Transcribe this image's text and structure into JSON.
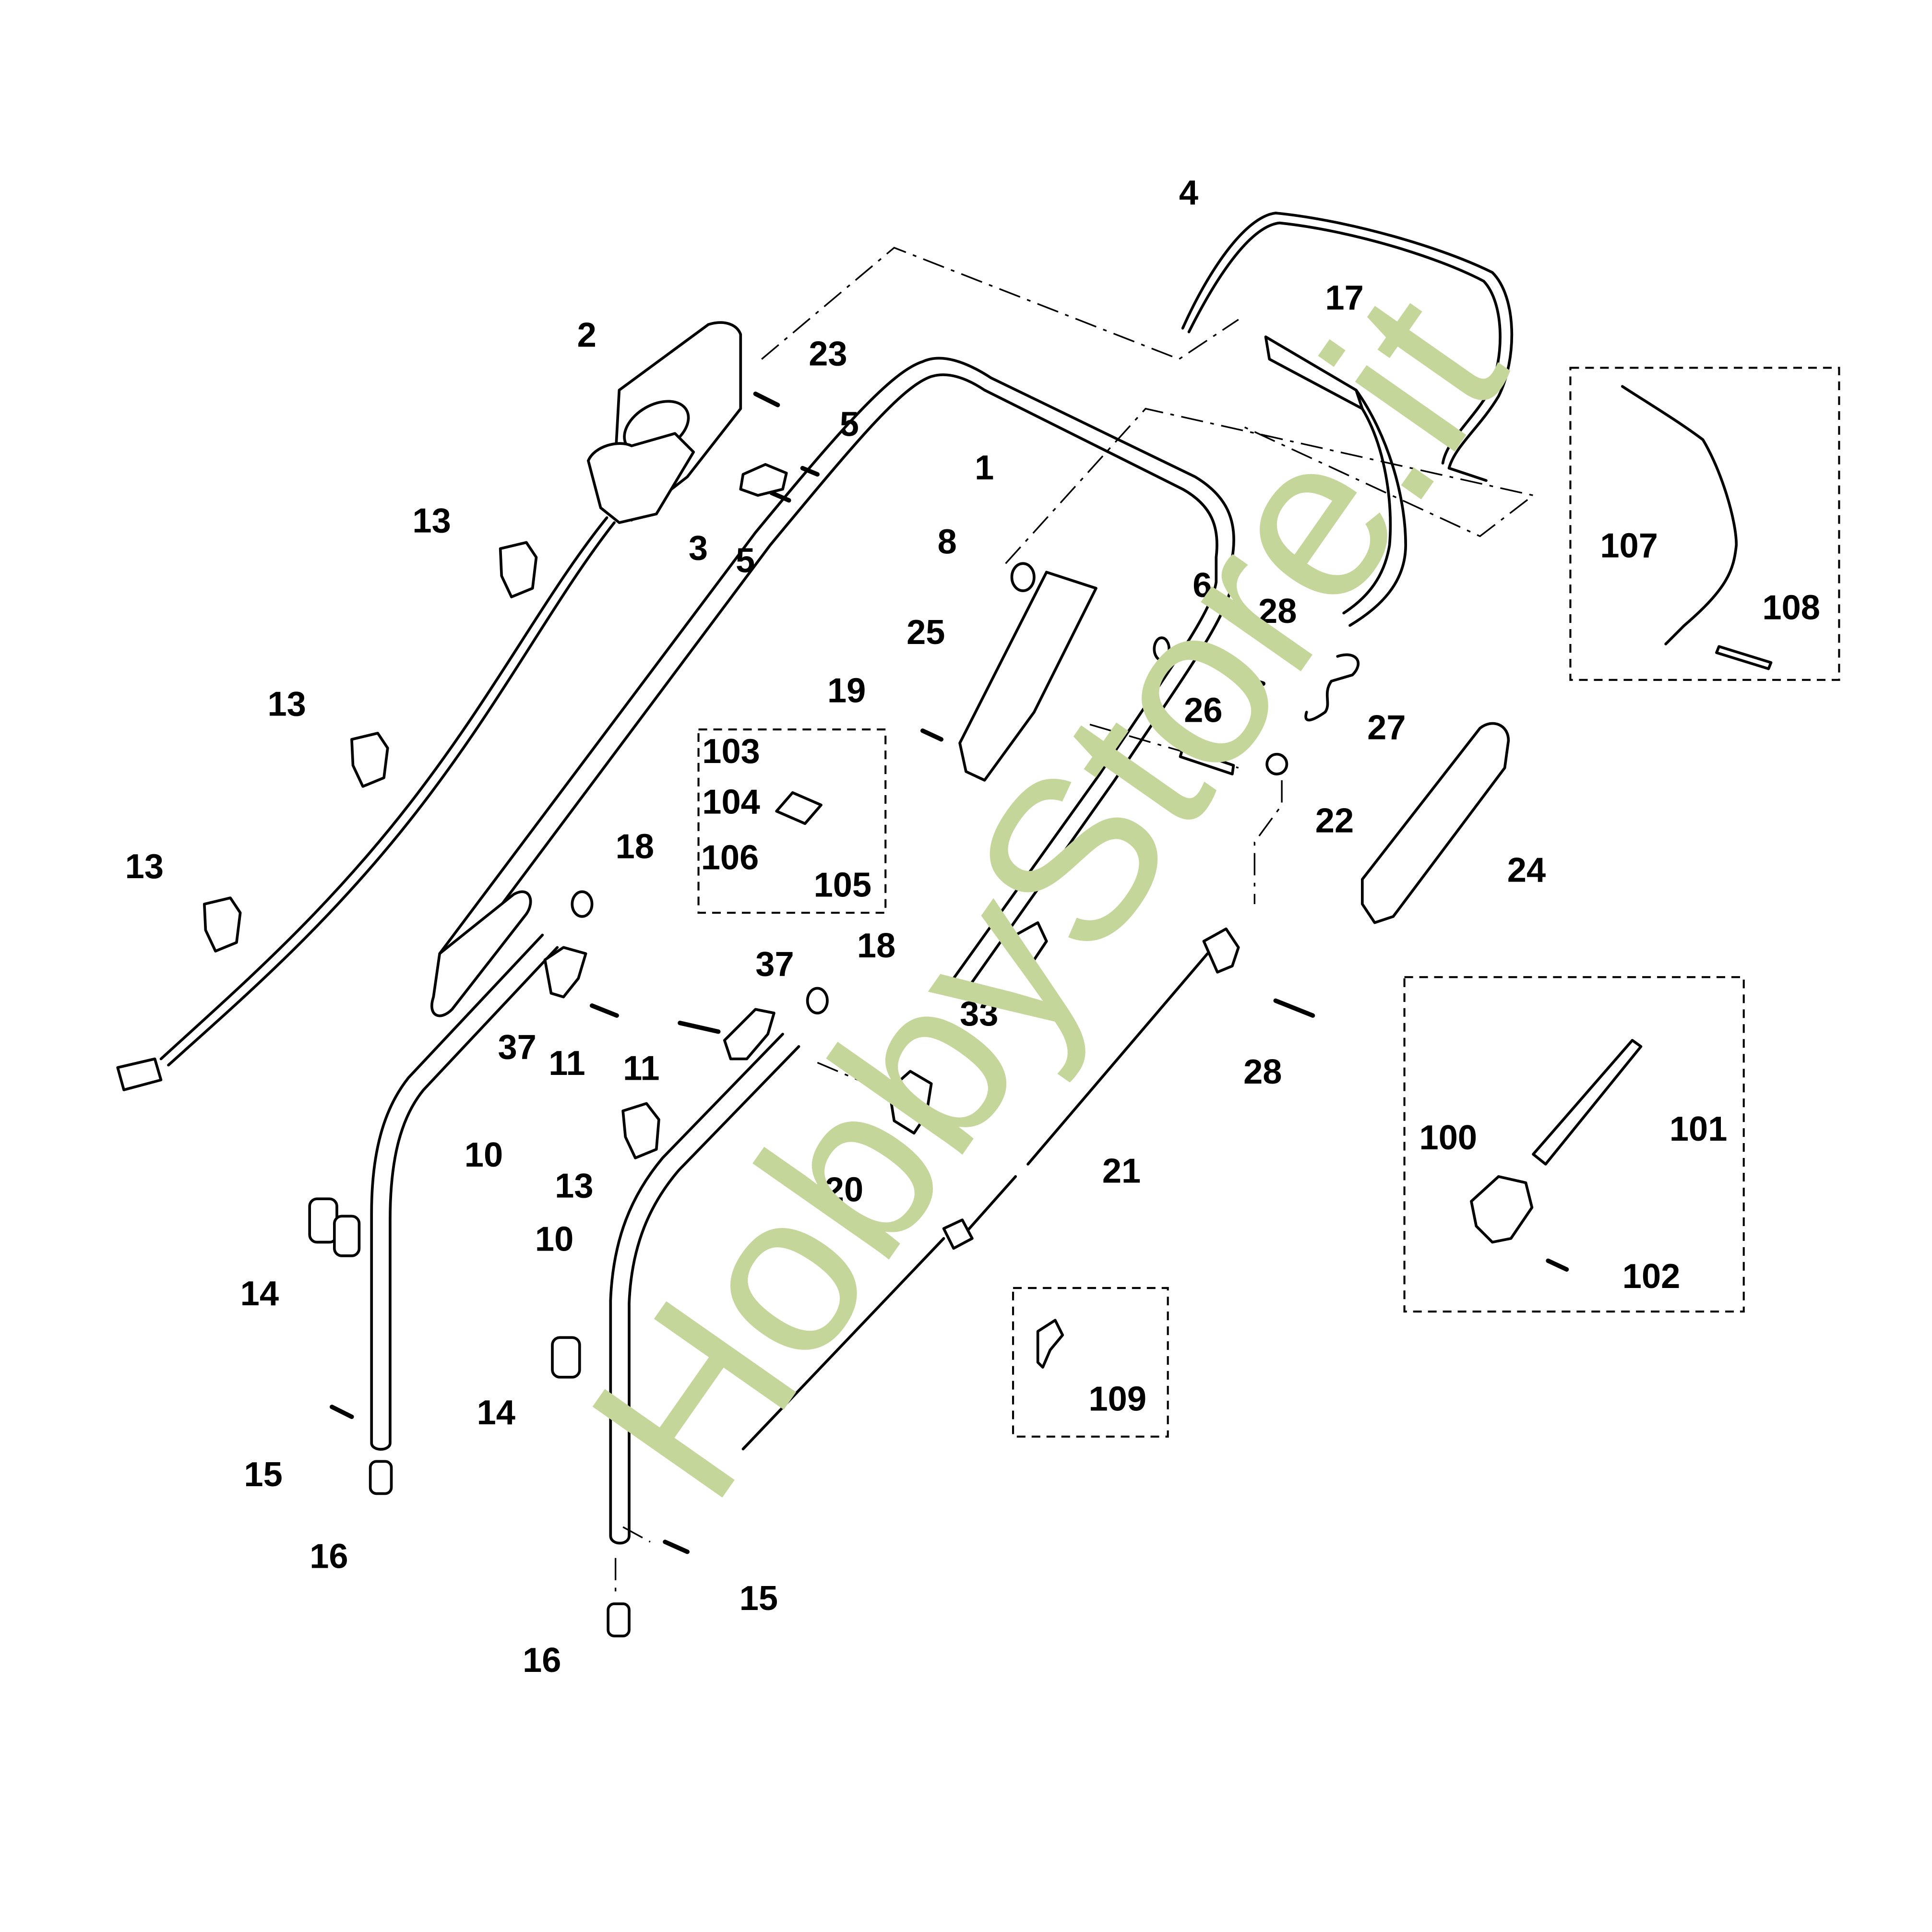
{
  "diagram": {
    "type": "exploded-parts-diagram",
    "subject": "lawn mower handle assembly",
    "watermark": {
      "text": "HobbyStore.it",
      "color": "#c5d69a"
    },
    "callouts": [
      {
        "id": "c1",
        "part": "1",
        "name": "upper-handle"
      },
      {
        "id": "c2",
        "part": "2",
        "name": "switch-housing"
      },
      {
        "id": "c3",
        "part": "3",
        "name": "cable-clamp"
      },
      {
        "id": "c4",
        "part": "4",
        "name": "safety-bail-lever"
      },
      {
        "id": "c5a",
        "part": "5",
        "name": "screw"
      },
      {
        "id": "c5b",
        "part": "5",
        "name": "screw"
      },
      {
        "id": "c6",
        "part": "6",
        "name": "washer"
      },
      {
        "id": "c8",
        "part": "8",
        "name": "bushing"
      },
      {
        "id": "c10a",
        "part": "10",
        "name": "lower-handle-left"
      },
      {
        "id": "c10b",
        "part": "10",
        "name": "lower-handle-right"
      },
      {
        "id": "c11a",
        "part": "11",
        "name": "bolt"
      },
      {
        "id": "c11b",
        "part": "11",
        "name": "bolt"
      },
      {
        "id": "c13a",
        "part": "13",
        "name": "cable-clip"
      },
      {
        "id": "c13b",
        "part": "13",
        "name": "cable-clip"
      },
      {
        "id": "c13c",
        "part": "13",
        "name": "cable-clip"
      },
      {
        "id": "c13d",
        "part": "13",
        "name": "cable-clip"
      },
      {
        "id": "c14a",
        "part": "14",
        "name": "double-clip"
      },
      {
        "id": "c14b",
        "part": "14",
        "name": "double-clip"
      },
      {
        "id": "c15a",
        "part": "15",
        "name": "screw"
      },
      {
        "id": "c15b",
        "part": "15",
        "name": "screw"
      },
      {
        "id": "c16a",
        "part": "16",
        "name": "end-cap"
      },
      {
        "id": "c16b",
        "part": "16",
        "name": "end-cap"
      },
      {
        "id": "c17",
        "part": "17",
        "name": "grip"
      },
      {
        "id": "c18a",
        "part": "18",
        "name": "nut"
      },
      {
        "id": "c18b",
        "part": "18",
        "name": "nut"
      },
      {
        "id": "c19",
        "part": "19",
        "name": "screw"
      },
      {
        "id": "c20",
        "part": "20",
        "name": "knob"
      },
      {
        "id": "c21",
        "part": "21",
        "name": "throttle-cable"
      },
      {
        "id": "c22",
        "part": "22",
        "name": "washer"
      },
      {
        "id": "c24",
        "part": "24",
        "name": "cover"
      },
      {
        "id": "c23",
        "part": "23",
        "name": "screw"
      },
      {
        "id": "c25",
        "part": "25",
        "name": "control-box"
      },
      {
        "id": "c26",
        "part": "26",
        "name": "pin"
      },
      {
        "id": "c27",
        "part": "27",
        "name": "spring"
      },
      {
        "id": "c28a",
        "part": "28",
        "name": "screw"
      },
      {
        "id": "c28b",
        "part": "28",
        "name": "screw"
      },
      {
        "id": "c33",
        "part": "33",
        "name": "cable-guide"
      },
      {
        "id": "c37a",
        "part": "37",
        "name": "clamp-lever"
      },
      {
        "id": "c37b",
        "part": "37",
        "name": "clamp-lever"
      }
    ],
    "inset_kits": [
      {
        "id": "kit-label",
        "parts": [
          "103",
          "104",
          "105",
          "106"
        ]
      },
      {
        "id": "kit-bail",
        "parts": [
          "107",
          "108"
        ]
      },
      {
        "id": "kit-lever",
        "parts": [
          "100",
          "101",
          "102"
        ]
      },
      {
        "id": "kit-knob",
        "parts": [
          "109"
        ]
      }
    ],
    "labels": {
      "n1": "1",
      "n2": "2",
      "n3": "3",
      "n4": "4",
      "n5": "5",
      "n6": "6",
      "n8": "8",
      "n10": "10",
      "n11": "11",
      "n13": "13",
      "n14": "14",
      "n15": "15",
      "n16": "16",
      "n17": "17",
      "n18": "18",
      "n19": "19",
      "n20": "20",
      "n21": "21",
      "n22": "22",
      "n23": "23",
      "n24": "24",
      "n25": "25",
      "n26": "26",
      "n27": "27",
      "n28": "28",
      "n33": "33",
      "n37": "37",
      "n100": "100",
      "n101": "101",
      "n102": "102",
      "n103": "103",
      "n104": "104",
      "n105": "105",
      "n106": "106",
      "n107": "107",
      "n108": "108",
      "n109": "109"
    }
  }
}
